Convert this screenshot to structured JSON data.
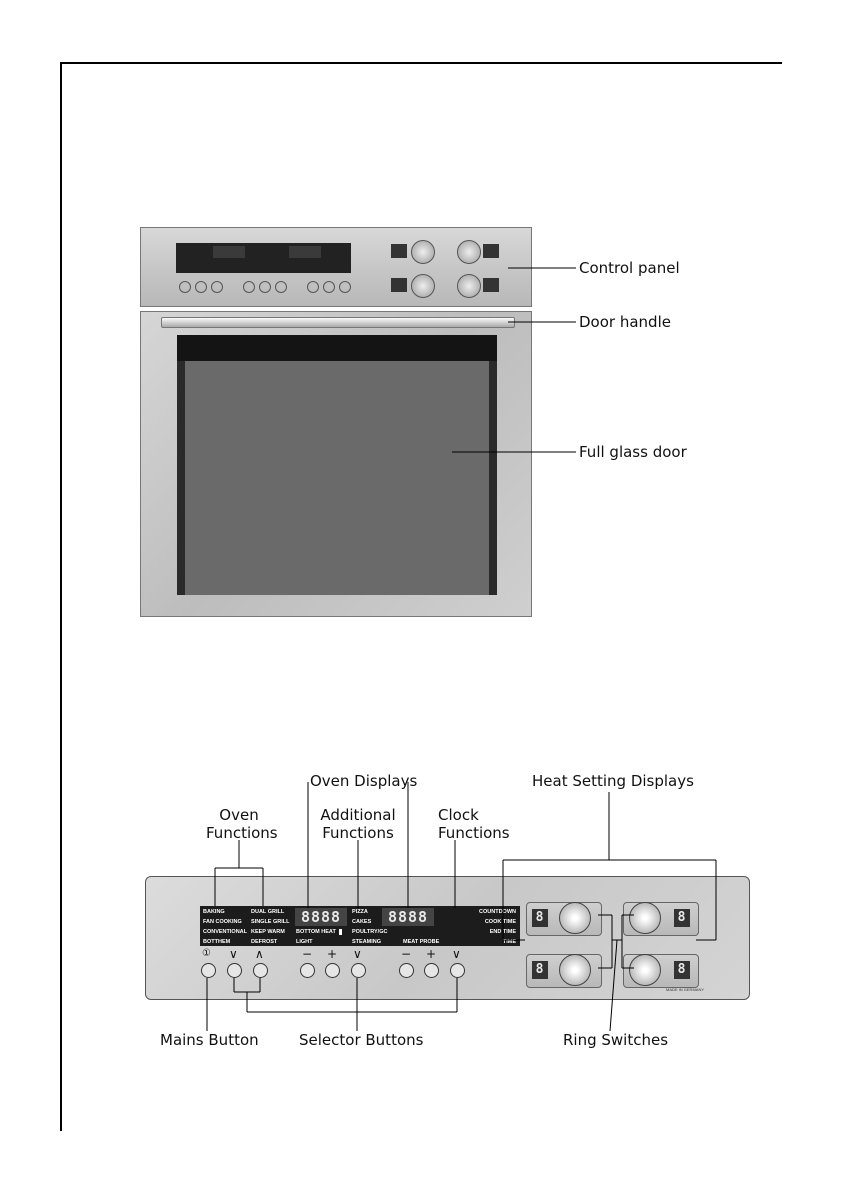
{
  "top_figure": {
    "labels": {
      "control_panel": "Control panel",
      "door_handle": "Door handle",
      "full_glass_door": "Full glass door"
    }
  },
  "bottom_figure": {
    "labels": {
      "oven_displays": "Oven Displays",
      "heat_setting_displays": "Heat Setting Displays",
      "oven_functions": "Oven\nFunctions",
      "additional_functions": "Additional\nFunctions",
      "clock_functions": "Clock\nFunctions",
      "mains_button": "Mains Button",
      "selector_buttons": "Selector Buttons",
      "ring_switches": "Ring Switches"
    },
    "panel": {
      "oven_functions_col1": [
        "BAKING",
        "FAN COOKING",
        "CONVENTIONAL",
        "BOTTHEM"
      ],
      "oven_functions_col2": [
        "DUAL GRILL",
        "SINGLE GRILL",
        "KEEP WARM",
        "DEFROST"
      ],
      "additional_col": [
        "PIZZA",
        "CAKES",
        "POULTRY/GC",
        "STEAMING"
      ],
      "clock_col": [
        "COUNTDOWN",
        "COOK TIME",
        "END TIME",
        "TIME"
      ],
      "bottom_heat": "BOTTOM HEAT",
      "light": "LIGHT",
      "meat_probe": "MEAT PROBE",
      "display_value": "8888",
      "ring_display_value": "8",
      "made_in": "MADE IN GERMANY",
      "mains_symbol": "①",
      "button_symbols": [
        "∨",
        "∧",
        "−",
        "+",
        "∨",
        "−",
        "+",
        "∨"
      ]
    }
  }
}
